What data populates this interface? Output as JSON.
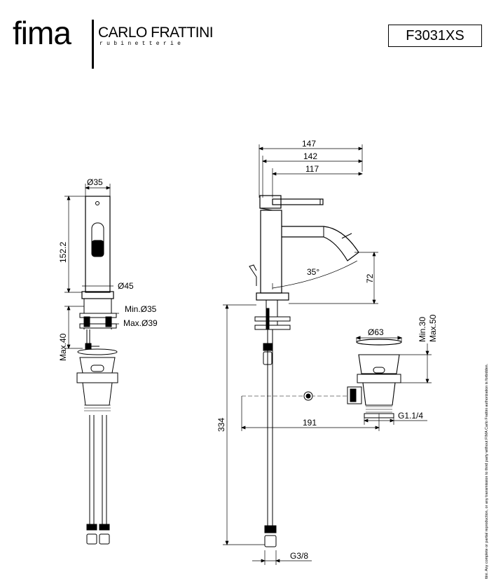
{
  "header": {
    "logo_main": "fima",
    "logo_brand": "CARLO FRATTINI",
    "logo_sub": "rubinetterie",
    "product_code": "F3031XS"
  },
  "disclaimer": "ttini. Any complete or partial reproduction, or any transmission to third party without FIMA Carlo Frattini authorization is forbidden.",
  "dimensions": {
    "body_diameter": "Ø35",
    "body_height": "152.2",
    "base_diameter": "Ø45",
    "hole_min": "Min.Ø35",
    "hole_max": "Max.Ø39",
    "deck_max": "Max.40",
    "overall_width": "147",
    "width_142": "142",
    "spout_reach": "117",
    "spout_angle": "35°",
    "spout_height": "72",
    "supply_length": "334",
    "waste_diameter": "Ø63",
    "waste_min": "Min.30",
    "waste_max": "Max.50",
    "waste_reach": "191",
    "waste_thread": "G1.1/4",
    "supply_thread": "G3/8"
  }
}
